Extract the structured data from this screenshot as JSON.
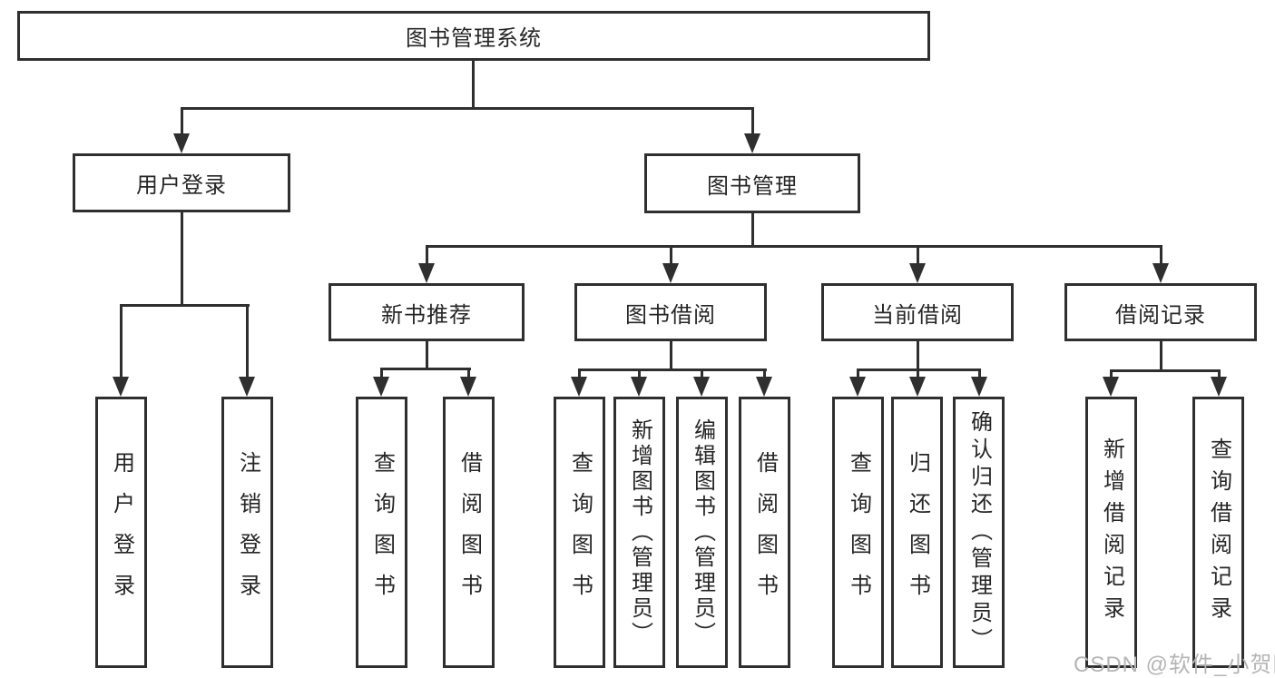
{
  "diagram": {
    "root_label": "图书管理系统",
    "branches": [
      {
        "label": "用户登录",
        "children": [
          {
            "label": "用户登录"
          },
          {
            "label": "注销登录"
          }
        ]
      },
      {
        "label": "图书管理",
        "children": [
          {
            "label": "新书推荐",
            "children": [
              {
                "label": "查询图书"
              },
              {
                "label": "借阅图书"
              }
            ]
          },
          {
            "label": "图书借阅",
            "children": [
              {
                "label": "查询图书"
              },
              {
                "label": "新增图书（管理员）"
              },
              {
                "label": "编辑图书（管理员）"
              },
              {
                "label": "借阅图书"
              }
            ]
          },
          {
            "label": "当前借阅",
            "children": [
              {
                "label": "查询图书"
              },
              {
                "label": "归还图书"
              },
              {
                "label": "确认归还（管理员）"
              }
            ]
          },
          {
            "label": "借阅记录",
            "children": [
              {
                "label": "新增借阅记录"
              },
              {
                "label": "查询借阅记录"
              }
            ]
          }
        ]
      }
    ]
  },
  "watermark": {
    "text": "CSDN @软件_小贺同学"
  },
  "colors": {
    "line": "#2f2f2f",
    "text": "#262626",
    "watermark": "#b5b5b5",
    "background": "#ffffff"
  }
}
